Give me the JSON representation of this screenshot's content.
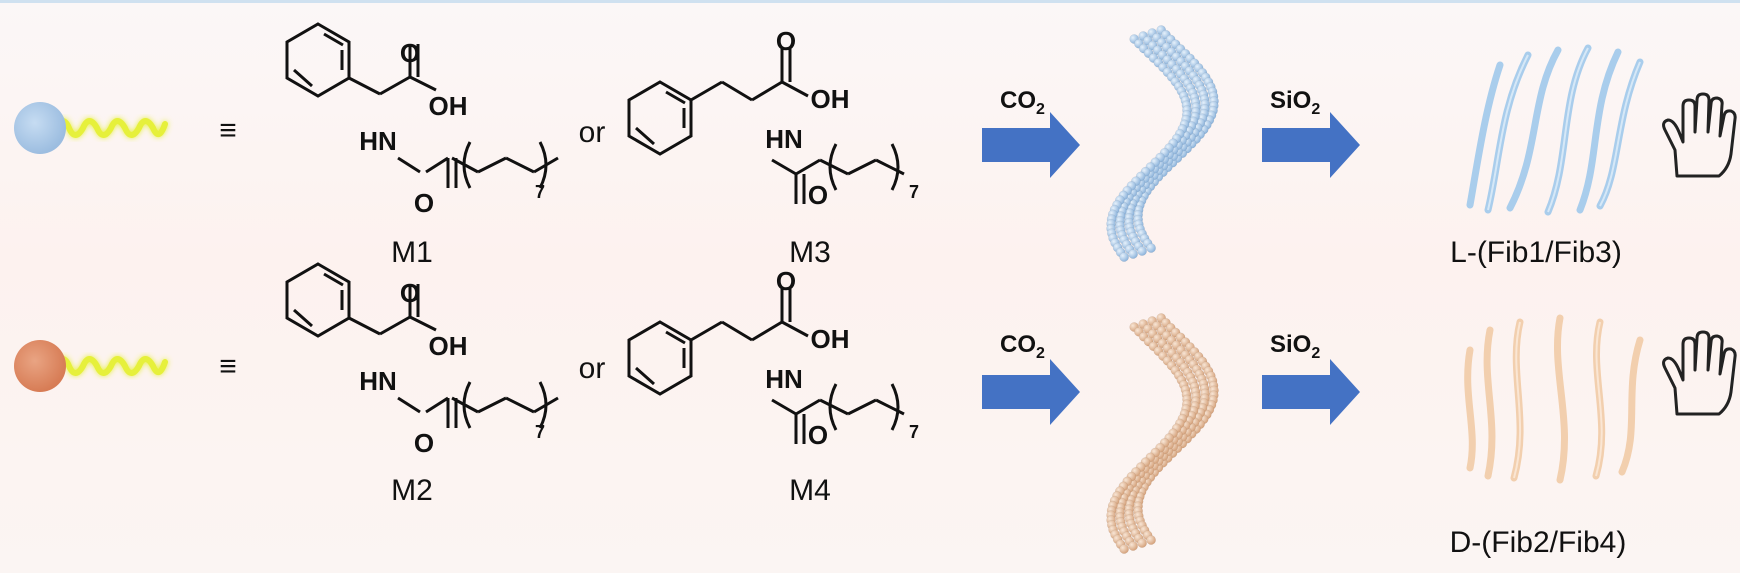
{
  "rows": [
    {
      "equiv": "≡",
      "or": "or",
      "mol_a": {
        "label": "M1",
        "oh": "OH",
        "hn": "HN",
        "o_top": "O",
        "o_bottom": "O",
        "sub": "7"
      },
      "mol_b": {
        "label": "M3",
        "oh": "OH",
        "hn": "HN",
        "o_top": "O",
        "o_bottom": "O",
        "sub": "7"
      },
      "arrow1": {
        "main": "CO",
        "sub": "2"
      },
      "arrow2": {
        "main": "SiO",
        "sub": "2"
      },
      "product": "L-(Fib1/Fib3)"
    },
    {
      "equiv": "≡",
      "or": "or",
      "mol_a": {
        "label": "M2",
        "oh": "OH",
        "hn": "HN",
        "o_top": "O",
        "o_bottom": "O",
        "sub": "7"
      },
      "mol_b": {
        "label": "M4",
        "oh": "OH",
        "hn": "HN",
        "o_top": "O",
        "o_bottom": "O",
        "sub": "7"
      },
      "arrow1": {
        "main": "CO",
        "sub": "2"
      },
      "arrow2": {
        "main": "SiO",
        "sub": "2"
      },
      "product": "D-(Fib2/Fib4)"
    }
  ],
  "colors": {
    "blue_head": "#a8c6e6",
    "orange_head": "#df8a64",
    "tail": "#e6f03a",
    "arrow": "#4472c4",
    "blue_fiber": "#a9cdec",
    "orange_fiber": "#f2cfae"
  },
  "icons": [
    "left-hand-icon",
    "right-hand-icon"
  ]
}
